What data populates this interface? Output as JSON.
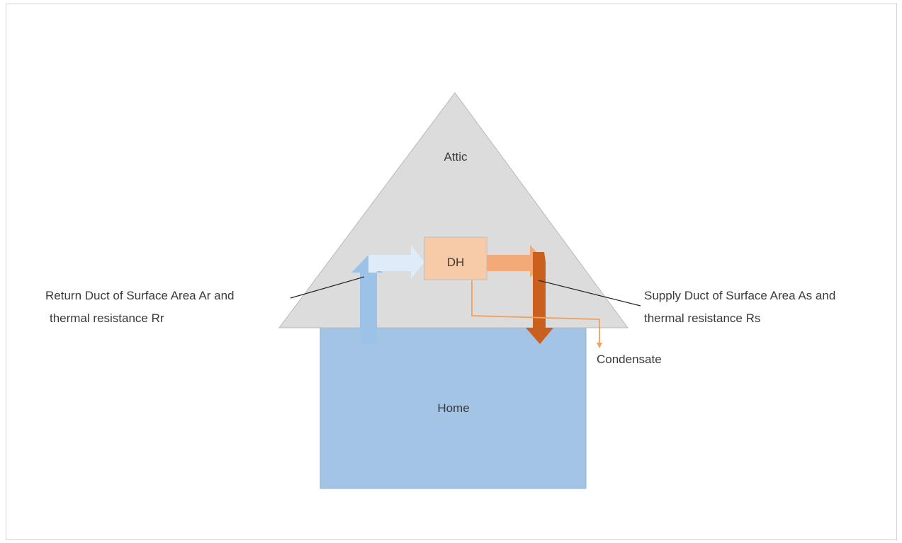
{
  "diagram": {
    "labels": {
      "attic": "Attic",
      "home": "Home",
      "dehumidifier": "DH",
      "condensate": "Condensate",
      "return_duct_line1": "Return Duct of Surface Area Ar and",
      "return_duct_line2": "thermal resistance Rr",
      "supply_duct_line1": "Supply Duct of Surface Area As and",
      "supply_duct_line2": "thermal resistance Rs"
    },
    "colors": {
      "attic_fill": "#dcdcdc",
      "attic_stroke": "#b9b9b9",
      "home_fill": "#a4c4e6",
      "home_stroke": "#8fb0d4",
      "dh_fill": "#f8cba8",
      "dh_stroke": "#bcbcbc",
      "return_arrow": "#9cc2e8",
      "return_arrow_light": "#deebf8",
      "supply_arrow_light": "#f2aa78",
      "supply_arrow_dark": "#c9601e",
      "condensate_line": "#f0a060",
      "leader_line": "#222222"
    }
  }
}
